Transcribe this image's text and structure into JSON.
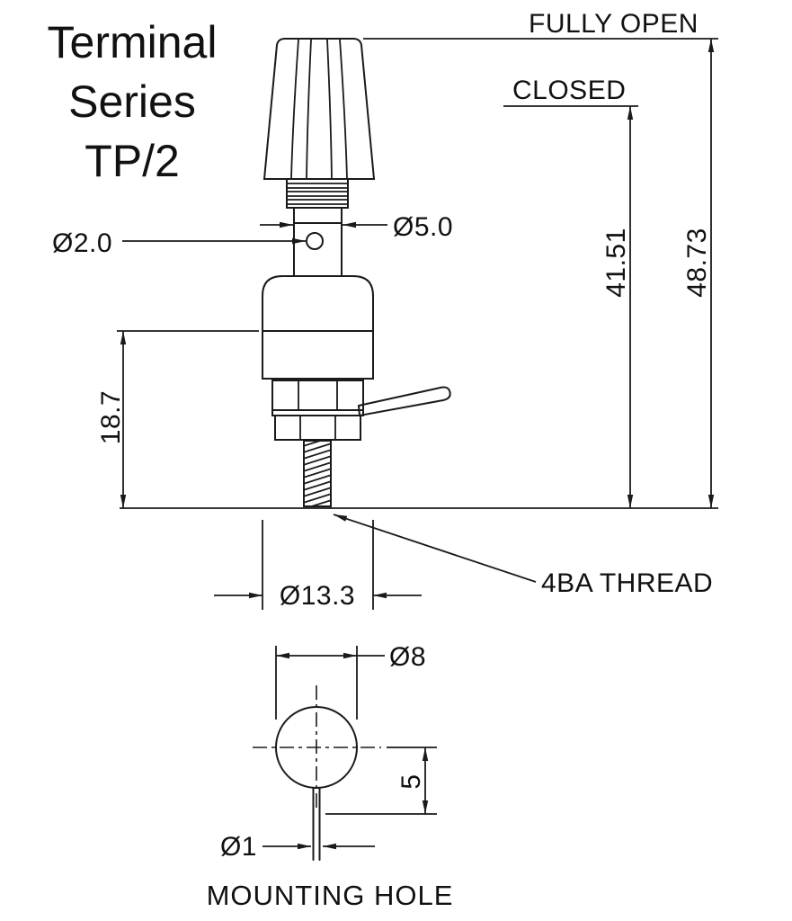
{
  "title": {
    "lines": [
      "Terminal",
      "Series",
      "TP/2"
    ]
  },
  "side_view": {
    "fully_open": "FULLY OPEN",
    "closed": "CLOSED",
    "dia_cross_hole": "Ø2.0",
    "dia_stem": "Ø5.0",
    "dim_closed_height": "41.51",
    "dim_open_height": "48.73",
    "dim_lower_height": "18.7",
    "dia_body": "Ø13.3",
    "thread_label": "4BA THREAD"
  },
  "hole_view": {
    "dia_hole": "Ø8",
    "dim_slot_depth": "5",
    "dia_slot": "Ø1",
    "caption": "MOUNTING HOLE"
  },
  "colors": {
    "line": "#1a1a1a",
    "background": "#ffffff"
  }
}
